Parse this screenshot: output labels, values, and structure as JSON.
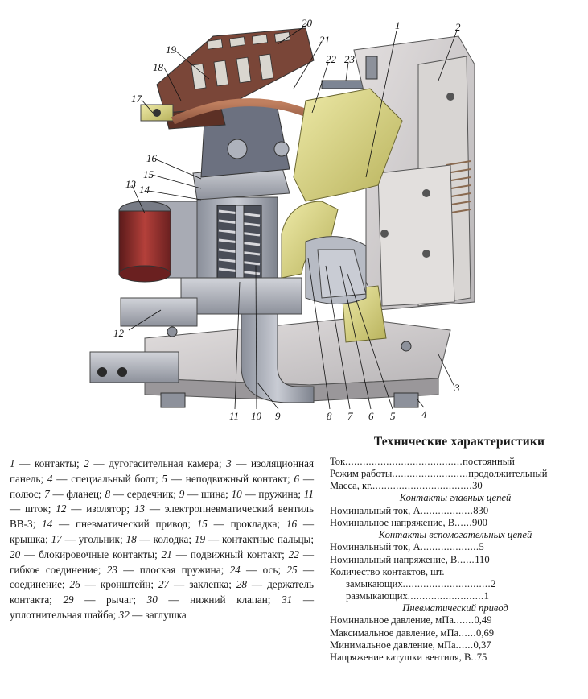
{
  "figure": {
    "callouts": [
      "1",
      "2",
      "3",
      "4",
      "5",
      "6",
      "7",
      "8",
      "9",
      "10",
      "11",
      "12",
      "13",
      "14",
      "15",
      "16",
      "17",
      "18",
      "19",
      "20",
      "21",
      "22",
      "23"
    ]
  },
  "legend": {
    "items": [
      {
        "num": "1",
        "text": "контакты;"
      },
      {
        "num": "2",
        "text": "дугогасительная камера;"
      },
      {
        "num": "3",
        "text": "изоляционная панель;"
      },
      {
        "num": "4",
        "text": "специальный болт;"
      },
      {
        "num": "5",
        "text": "неподвижный контакт;"
      },
      {
        "num": "6",
        "text": "полюс;"
      },
      {
        "num": "7",
        "text": "фланец;"
      },
      {
        "num": "8",
        "text": "сердечник;"
      },
      {
        "num": "9",
        "text": "шина;"
      },
      {
        "num": "10",
        "text": "пружина;"
      },
      {
        "num": "11",
        "text": "шток;"
      },
      {
        "num": "12",
        "text": "изолятор;"
      },
      {
        "num": "13",
        "text": "электропневматический вентиль ВВ-3;"
      },
      {
        "num": "14",
        "text": "пневматический привод;"
      },
      {
        "num": "15",
        "text": "прокладка;"
      },
      {
        "num": "16",
        "text": "крышка;"
      },
      {
        "num": "17",
        "text": "угольник;"
      },
      {
        "num": "18",
        "text": "колодка;"
      },
      {
        "num": "19",
        "text": "контактные пальцы;"
      },
      {
        "num": "20",
        "text": "блокировочные контакты;"
      },
      {
        "num": "21",
        "text": "подвижный контакт;"
      },
      {
        "num": "22",
        "text": "гибкое соединение;"
      },
      {
        "num": "23",
        "text": "плоская пружина;"
      },
      {
        "num": "24",
        "text": "ось;"
      },
      {
        "num": "25",
        "text": "соединение;"
      },
      {
        "num": "26",
        "text": "кронштейн;"
      },
      {
        "num": "27",
        "text": "заклепка;"
      },
      {
        "num": "28",
        "text": "держатель контакта;"
      },
      {
        "num": "29",
        "text": "рычаг;"
      },
      {
        "num": "30",
        "text": "нижний клапан;"
      },
      {
        "num": "31",
        "text": "уплотнительная шайба;"
      },
      {
        "num": "32",
        "text": "заглушка"
      }
    ]
  },
  "specs": {
    "title": "Технические характеристики",
    "rows": [
      {
        "type": "row",
        "label": "Ток",
        "dots": "........................................",
        "value": "постоянный"
      },
      {
        "type": "row",
        "label": "Режим работы",
        "dots": "..........................",
        "value": "продолжительный"
      },
      {
        "type": "row",
        "label": "Масса, кг.",
        "dots": "..................................",
        "value": "30"
      },
      {
        "type": "sub",
        "label": "Контакты главных цепей"
      },
      {
        "type": "row",
        "label": "Номинальный ток, А",
        "dots": "..................",
        "value": "830"
      },
      {
        "type": "row",
        "label": "Номинальное напряжение, В",
        "dots": "......",
        "value": "900"
      },
      {
        "type": "sub",
        "label": "Контакты вспомогательных цепей"
      },
      {
        "type": "row",
        "label": "Номинальный ток, А",
        "dots": "....................",
        "value": "5"
      },
      {
        "type": "row",
        "label": "Номинальный напряжение, В",
        "dots": "......",
        "value": "110"
      },
      {
        "type": "row",
        "label": "Количество контактов, шт.",
        "dots": "",
        "value": ""
      },
      {
        "type": "row",
        "indent": true,
        "label": "замыкающих",
        "dots": "..............................",
        "value": "2"
      },
      {
        "type": "row",
        "indent": true,
        "label": "размыкающих",
        "dots": "..........................",
        "value": "1"
      },
      {
        "type": "sub",
        "label": "Пневматический привод"
      },
      {
        "type": "row",
        "label": "Номинальное давление, мПа",
        "dots": ".......",
        "value": "0,49"
      },
      {
        "type": "row",
        "label": "Максимальное давление, мПа",
        "dots": "......",
        "value": "0,69"
      },
      {
        "type": "row",
        "label": "Минимальное давление, мПа",
        "dots": "......",
        "value": "0,37"
      },
      {
        "type": "row",
        "label": "Напряжение катушки вентиля, В",
        "dots": "..",
        "value": "75"
      }
    ]
  }
}
